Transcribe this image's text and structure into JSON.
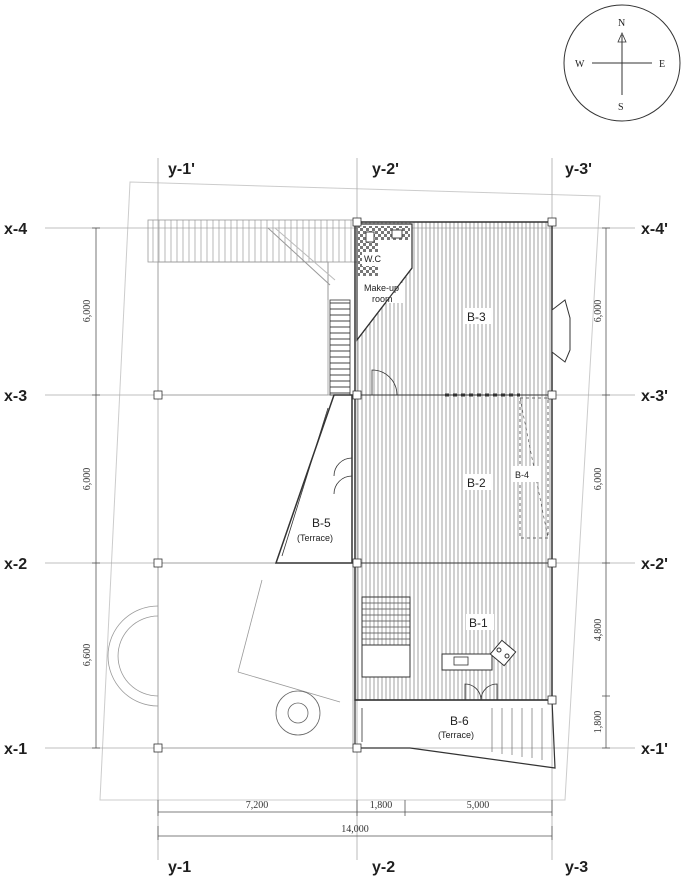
{
  "compass": {
    "north": "N",
    "south": "S",
    "east": "E",
    "west": "W"
  },
  "grid": {
    "y_top": [
      "y-1'",
      "y-2'",
      "y-3'"
    ],
    "y_bottom": [
      "y-1",
      "y-2",
      "y-3"
    ],
    "x_left": [
      "x-4",
      "x-3",
      "x-2",
      "x-1"
    ],
    "x_right": [
      "x-4'",
      "x-3'",
      "x-2'",
      "x-1'"
    ]
  },
  "dimensions": {
    "left": [
      "6,000",
      "6,000",
      "6,600"
    ],
    "right": [
      "6,000",
      "6,000",
      "4,800",
      "1,800"
    ],
    "bottom_segments": [
      "7,200",
      "1,800",
      "5,000"
    ],
    "bottom_total": "14,000"
  },
  "rooms": {
    "wc": "W.C",
    "makeup_line1": "Make-up",
    "makeup_line2": "room",
    "b3": "B-3",
    "b2": "B-2",
    "b4": "B-4",
    "b1": "B-1",
    "b5": "B-5",
    "b5_sub": "(Terrace)",
    "b6": "B-6",
    "b6_sub": "(Terrace)"
  },
  "colors": {
    "line": "#555555",
    "light_line": "#bbbbbb",
    "hatch": "#8a8a8a"
  }
}
